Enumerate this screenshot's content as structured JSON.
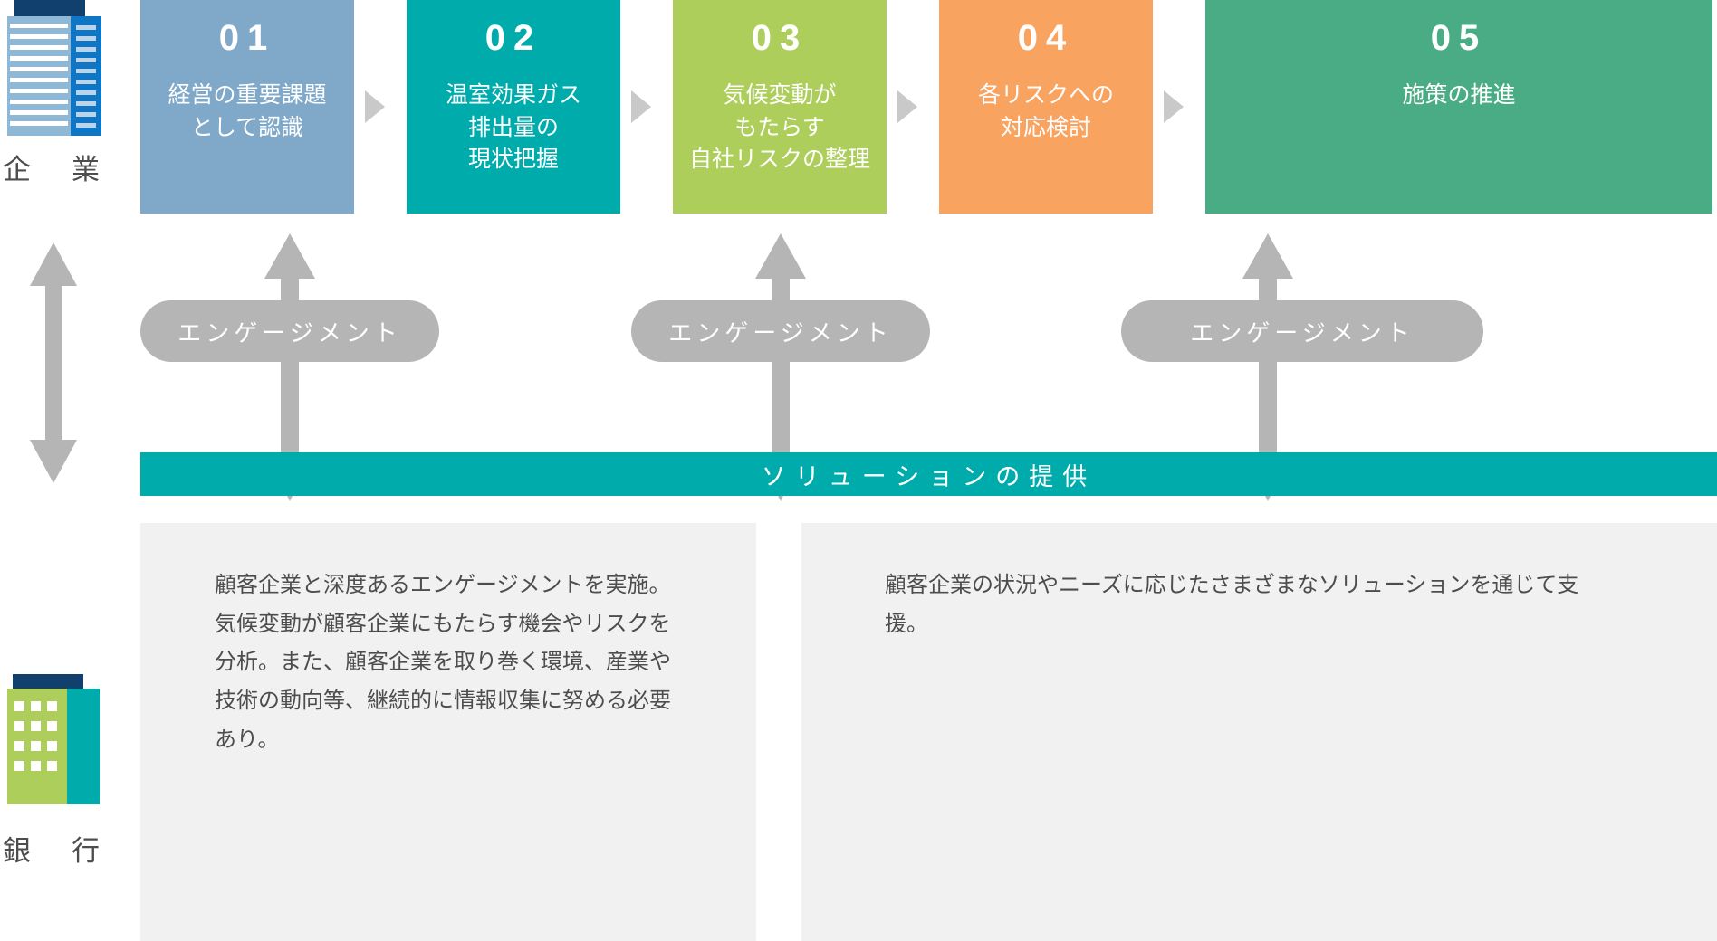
{
  "colors": {
    "step1": "#7FA8C9",
    "step2": "#00ABAB",
    "step3": "#AECE5B",
    "step4": "#F9A361",
    "step5": "#4AAC84",
    "arrow_gray": "#B5B5B5",
    "separator_gray": "#C9C9C9",
    "solution_teal": "#00ABAB",
    "panel_bg": "#F1F1F1",
    "text_gray": "#4D4D4D"
  },
  "rail": {
    "corporate_label": "企　業",
    "bank_label": "銀　行",
    "corporate_icon": "office-building-icon",
    "bank_icon": "bank-building-icon",
    "arrow_icon": "vertical-double-arrow-icon"
  },
  "steps": [
    {
      "num": "01",
      "title": "経営の重要課題\nとして認識",
      "color": "#7FA8C9"
    },
    {
      "num": "02",
      "title": "温室効果ガス\n排出量の\n現状把握",
      "color": "#00ABAB"
    },
    {
      "num": "03",
      "title": "気候変動が\nもたらす\n自社リスクの整理",
      "color": "#AECE5B"
    },
    {
      "num": "04",
      "title": "各リスクへの\n対応検討",
      "color": "#F9A361"
    },
    {
      "num": "05",
      "title": "施策の推進",
      "color": "#4AAC84"
    }
  ],
  "engagements": [
    {
      "label": "エンゲージメント"
    },
    {
      "label": "エンゲージメント"
    },
    {
      "label": "エンゲージメント"
    }
  ],
  "solution_bar": {
    "label": "ソリューションの提供"
  },
  "panels": [
    {
      "text": "顧客企業と深度あるエンゲージメントを実施。気候変動が顧客企業にもたらす機会やリスクを分析。また、顧客企業を取り巻く環境、産業や技術の動向等、継続的に情報収集に努める必要あり。"
    },
    {
      "text": "顧客企業の状況やニーズに応じたさまざまなソリューションを通じて支援。"
    }
  ]
}
